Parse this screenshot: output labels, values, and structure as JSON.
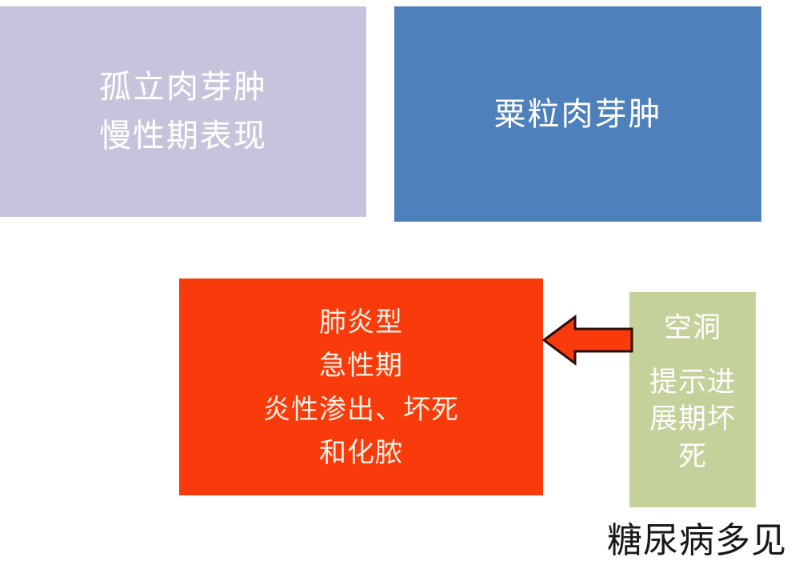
{
  "slide": {
    "background_color": "#ffffff",
    "panels": [
      {
        "id": "chronic-granuloma",
        "color": "#c9c2dc",
        "text_color": "#ffffff",
        "lines": [
          "孤立肉芽肿",
          "慢性期表现"
        ]
      },
      {
        "id": "miliary-granuloma",
        "color": "#4e80bc",
        "text_color": "#ffffff",
        "lines": [
          "粟粒肉芽肿"
        ]
      },
      {
        "id": "acute-pneumonic",
        "color": "#f93b0c",
        "text_color": "#f7efe2",
        "lines": [
          "肺炎型",
          "急性期",
          "炎性渗出、坏死",
          "和化脓"
        ]
      },
      {
        "id": "cavity-progression",
        "color": "#c4d19a",
        "text_color": "#ffffff",
        "lines": [
          "空洞",
          "提示进",
          "展期坏",
          "死"
        ]
      }
    ],
    "arrow": {
      "direction": "left",
      "fill_color": "#f93b0c",
      "outline_color": "#2b1008"
    },
    "footer_note": "糖尿病多见"
  }
}
